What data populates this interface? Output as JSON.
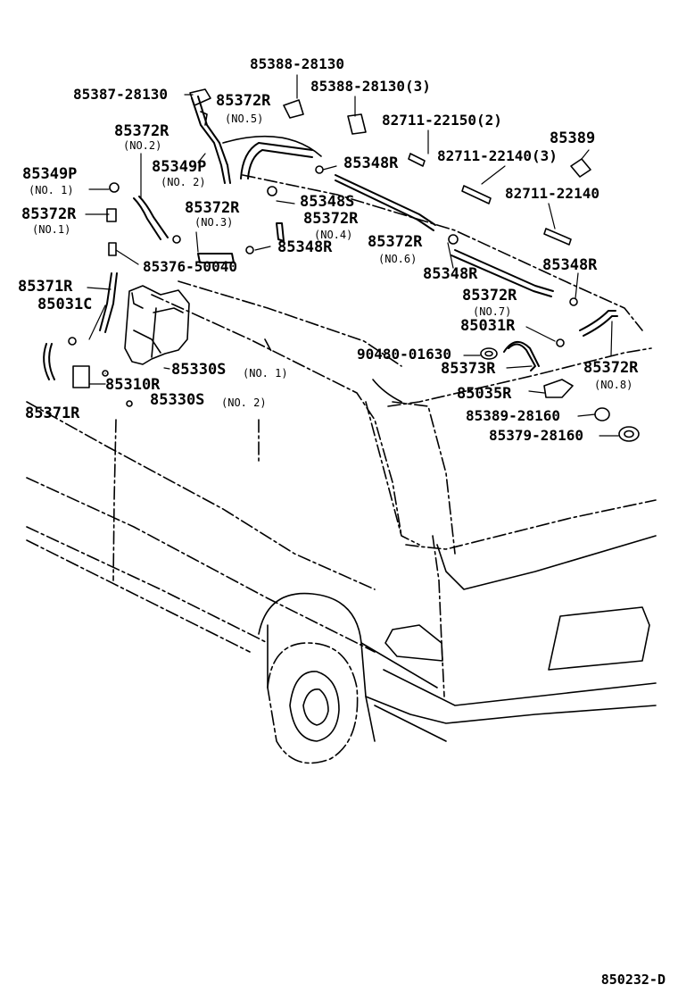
{
  "diagram": {
    "drawing_ref": "850232-D",
    "labels": {
      "p85388_28130": "85388-28130",
      "p85387_28130": "85387-28130",
      "p85372R_a": "85372R",
      "no5": "(NO.5)",
      "p85388_28130_3": "85388-28130(3)",
      "p82711_22150_2": "82711-22150(2)",
      "p85372R_b": "85372R",
      "no2a": "(NO.2)",
      "p85349P_b": "85349P",
      "no2b": "(NO. 2)",
      "p85348R_a": "85348R",
      "p82711_22140_3": "82711-22140(3)",
      "p85389": "85389",
      "p85349P_a": "85349P",
      "no1a": "(NO. 1)",
      "p82711_22140": "82711-22140",
      "p85372R_c": "85372R",
      "no1b": "(NO.1)",
      "p85348S": "85348S",
      "p85372R_d": "85372R",
      "no3": "(NO.3)",
      "p85372R_e": "85372R",
      "no4": "(NO.4)",
      "p85348R_b": "85348R",
      "p85372R_f": "85372R",
      "no6": "(NO.6)",
      "p85376_50040": "85376-50040",
      "p85348R_c": "85348R",
      "p85348R_d": "85348R",
      "p85371R_a": "85371R",
      "p85372R_g": "85372R",
      "p85031C": "85031C",
      "no7": "(NO.7)",
      "p85031R": "85031R",
      "p90480_01630": "90480-01630",
      "p85373R": "85373R",
      "p85372R_h": "85372R",
      "no8": "(NO.8)",
      "p85330S_1": "85330S",
      "no1c": "(NO. 1)",
      "p85310R": "85310R",
      "p85035R": "85035R",
      "p85330S_2": "85330S",
      "no2c": "(NO. 2)",
      "p85371R_b": "85371R",
      "p85389_28160": "85389-28160",
      "p85379_28160": "85379-28160"
    }
  }
}
